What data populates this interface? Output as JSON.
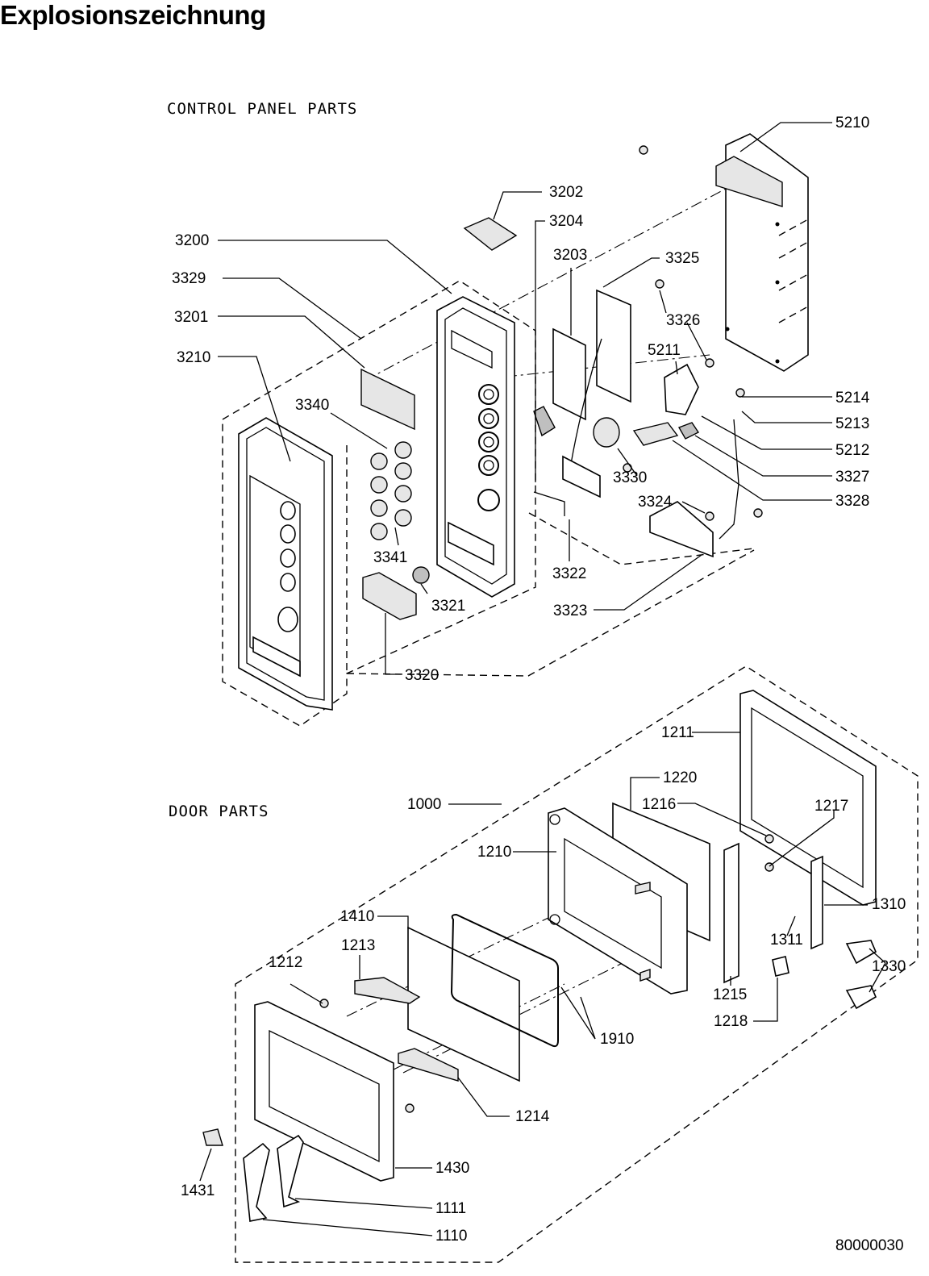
{
  "title": "Explosionszeichnung",
  "sections": {
    "control_panel": "CONTROL PANEL PARTS",
    "door": "DOOR PARTS"
  },
  "document_number": "80000030",
  "part_labels": [
    "5210",
    "3202",
    "3204",
    "3200",
    "3203",
    "3325",
    "3329",
    "3326",
    "3201",
    "5211",
    "3210",
    "5214",
    "3340",
    "5213",
    "5212",
    "3330",
    "3327",
    "3324",
    "3328",
    "3341",
    "3322",
    "3321",
    "3323",
    "3320",
    "1211",
    "1220",
    "1000",
    "1216",
    "1217",
    "1210",
    "1310",
    "1311",
    "1410",
    "1330",
    "1213",
    "1212",
    "1215",
    "1218",
    "1910",
    "1214",
    "1430",
    "1431",
    "1111",
    "1110"
  ]
}
